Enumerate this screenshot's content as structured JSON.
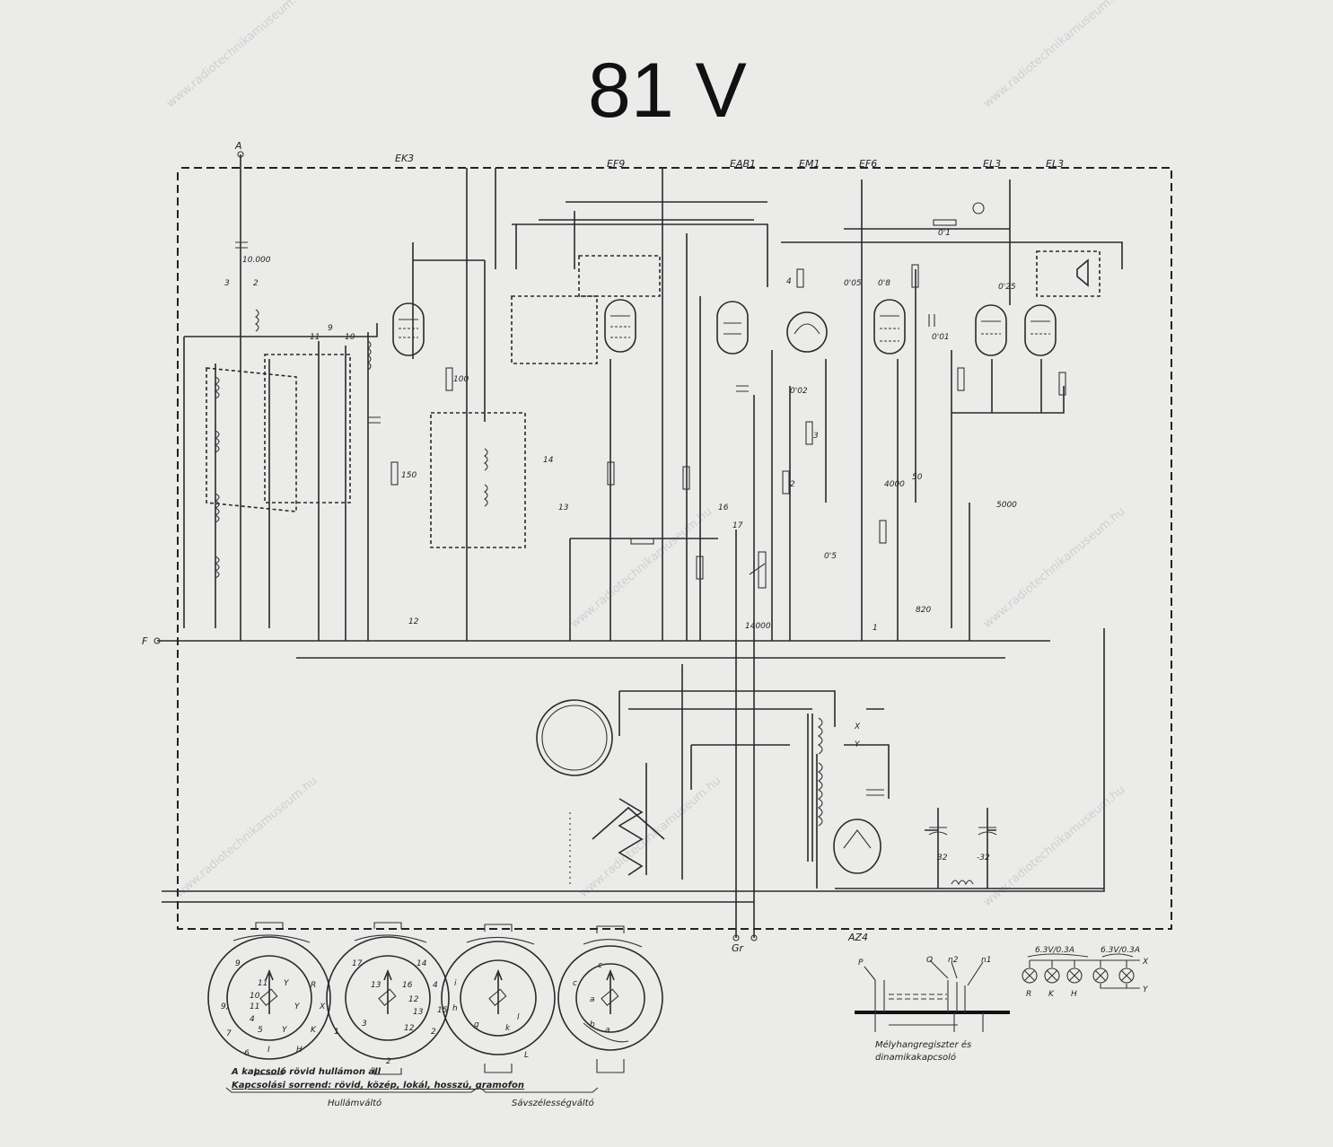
{
  "title": "81 V",
  "watermark": "www.radiotechnikamuseum.hu",
  "tubes": [
    "EK3",
    "EF9",
    "EAB1",
    "EM1",
    "EF6",
    "EL3",
    "EL3"
  ],
  "rectifier": "AZ4",
  "terminals": {
    "antenna": "A",
    "earth": "F",
    "gramophone": "Gr",
    "t3": "3",
    "t2": "2",
    "t11": "11",
    "t10": "10",
    "t9": "9",
    "t12": "12",
    "t13": "13",
    "t14": "14",
    "t16": "16",
    "t17": "17",
    "x": "X",
    "y": "Y"
  },
  "component_values": [
    "10.000",
    "5000",
    "100",
    "150",
    "0'5",
    "2",
    "3",
    "4",
    "50",
    "0'1",
    "0'01",
    "0'02",
    "0'05",
    "0'25",
    "0'8",
    "820",
    "4000",
    "14000",
    "1",
    "-32",
    "32"
  ],
  "switch_captions": {
    "note": "A kapcsoló rövid hullámon áll",
    "order": "Kapcsolási sorrend: rövid, közép, lokál, hosszú, gramofon",
    "wave_switch": "Hullámváltó",
    "bandwidth_switch": "Sávszélességváltó"
  },
  "bass_switch": {
    "caption_line1": "Mélyhangregiszter és",
    "caption_line2": "dinamikakapcsoló",
    "contacts": [
      "P",
      "O",
      "n2",
      "n1"
    ]
  },
  "dial_lamps": {
    "rating1": "6.3V/0.3A",
    "rating2": "6.3V/0.3A",
    "labels": [
      "R",
      "K",
      "H"
    ],
    "x": "X",
    "y": "Y"
  },
  "switch_pins": {
    "s1": [
      "9",
      "9,",
      "7",
      "6",
      "R",
      "X",
      "K",
      "H",
      "11",
      "10",
      "11",
      "4",
      "5",
      "Y",
      "Y",
      "Y",
      "I"
    ],
    "s2": [
      "17",
      "14",
      "4",
      "15",
      "2",
      "1",
      "3",
      "13",
      "16",
      "12",
      "13",
      "12",
      "2"
    ],
    "s3": [
      "i",
      "h",
      "g",
      "k",
      "l",
      "L"
    ],
    "s4": [
      "c",
      "c",
      "a",
      "b",
      "a"
    ]
  }
}
